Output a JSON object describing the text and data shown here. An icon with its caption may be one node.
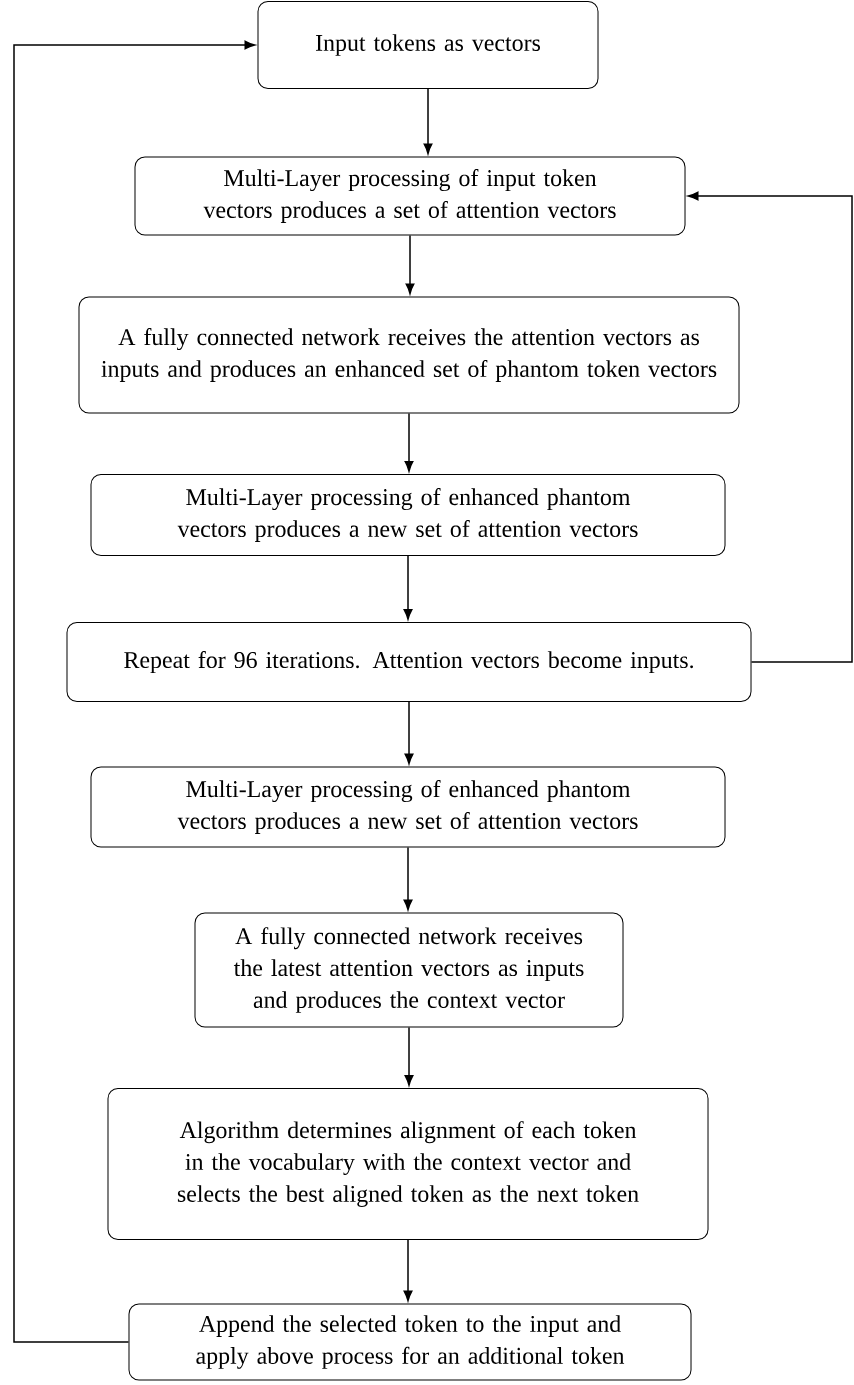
{
  "diagram": {
    "nodes": [
      {
        "text": [
          "Input tokens as vectors"
        ]
      },
      {
        "text": [
          "Multi-Layer processing of input token vectors produces a set of attention vectors"
        ]
      },
      {
        "text": [
          "A fully connected network receives the attention vectors as inputs and produces an enhanced set of phantom token vectors"
        ]
      },
      {
        "text": [
          "Multi-Layer processing of enhanced phantom vectors produces a new set of attention vectors"
        ]
      },
      {
        "text": [
          "Repeat for 96 iterations. Attention vectors become inputs."
        ]
      },
      {
        "text": [
          "Multi-Layer processing of enhanced phantom vectors produces a new set of attention vectors"
        ]
      },
      {
        "text": [
          "A fully connected network receives the latest attention vectors as inputs and produces the context vector"
        ]
      },
      {
        "text": [
          "Algorithm determines alignment of each token in the vocabulary with the context vector and selects the best aligned token as the next token"
        ]
      },
      {
        "text": [
          "Append the selected token to the input and apply above process for an additional token"
        ]
      }
    ],
    "edges": [
      {
        "from": 0,
        "to": 1,
        "arrow": "to"
      },
      {
        "from": 1,
        "to": 2,
        "arrow": "to"
      },
      {
        "from": 2,
        "to": 3,
        "arrow": "to"
      },
      {
        "from": 3,
        "to": 4,
        "arrow": "to"
      },
      {
        "from": 4,
        "to": 5,
        "arrow": "to"
      },
      {
        "from": 5,
        "to": 6,
        "arrow": "to"
      },
      {
        "from": 6,
        "to": 7,
        "arrow": "to"
      },
      {
        "from": 7,
        "to": 8,
        "arrow": "to"
      },
      {
        "from": 4,
        "to": 1,
        "arrow": "to"
      },
      {
        "from": 8,
        "to": 0,
        "arrow": "to"
      }
    ]
  }
}
